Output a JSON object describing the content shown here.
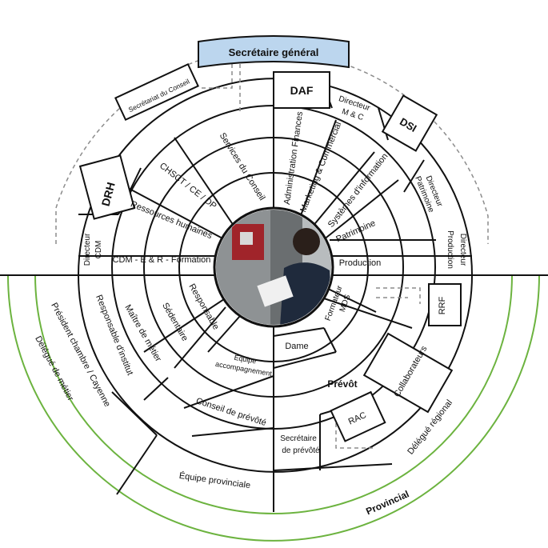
{
  "header": {
    "title": "Secrétaire général"
  },
  "left_top": {
    "secretariat": "Secrétariat du Conseil",
    "services_conseil": "Services du Conseil",
    "chsct": "CHSCT / CE / DP",
    "drh": "DRH",
    "rh": "Ressources humaines",
    "directeur_cdm": [
      "Directeur",
      "CDM"
    ],
    "cdm_formation": "CDM - E & R - Formation"
  },
  "right_top": {
    "daf": "DAF",
    "admin_finances": "Administration Finances",
    "directeur_mc": [
      "Directeur",
      "M & C"
    ],
    "marketing": "Marketing & Commercial",
    "dsi": "DSI",
    "systemes": "Systèmes d'information",
    "directeur_patrimoine": [
      "Directeur",
      "Patrimoine"
    ],
    "patrimoine": "Patrimoine",
    "directeur_production": [
      "Directeur",
      "Production"
    ],
    "production": "Production"
  },
  "left_bottom": {
    "delegue_metier": "Délégué de métier",
    "president": "Président chambre / Cayenne",
    "responsable_institut": "Responsable d'institut",
    "maitre": "Maître de métier",
    "sedentaire": "Sédentaire",
    "responsable": "Responsable",
    "equipe_accompagnement": [
      "Équipe",
      "accompagnement"
    ],
    "conseil_prevote": "Conseil de prévôté",
    "equipe_provinciale": "Équipe provinciale"
  },
  "right_bottom": {
    "formateur": [
      "Formateur",
      "MDS"
    ],
    "rrf": "RRF",
    "dame": "Dame",
    "prevot": "Prévôt",
    "collaborateurs": "Collaborateurs",
    "rac": "RAC",
    "secretaire_prevote": [
      "Secrétaire",
      "de prévôté"
    ],
    "delegue_regional": "Délégué régional",
    "provincial": "Provincial"
  },
  "center": {
    "image_subject": "worker reading documents in workshop"
  },
  "colors": {
    "header_fill": "#bcd6ee",
    "outer_ring": "#6cb33f",
    "lines": "#111111",
    "dashes": "#8c8c8c"
  }
}
